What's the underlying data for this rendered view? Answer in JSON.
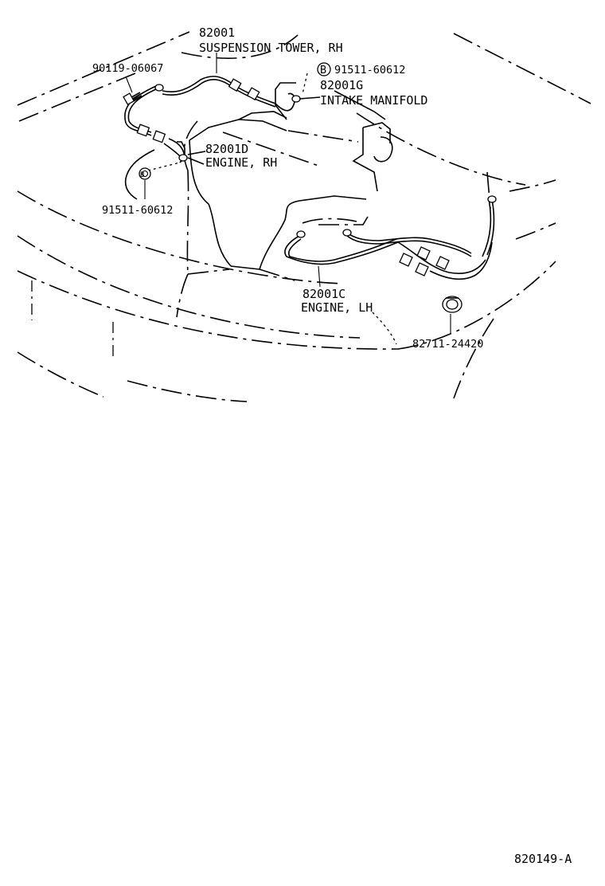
{
  "callouts": {
    "strap_suspension": {
      "part": "82001",
      "location": "SUSPENSION TOWER, RH"
    },
    "bolt_top_left": {
      "part": "90119-06067"
    },
    "bolt_b_top": {
      "marker": "B",
      "part": "91511-60612"
    },
    "strap_intake": {
      "part": "82001G",
      "location": "INTAKE MANIFOLD"
    },
    "strap_engine_rh": {
      "part": "82001D",
      "location": "ENGINE, RH"
    },
    "bolt_b_left": {
      "marker": "B",
      "part": "91511-60612"
    },
    "strap_engine_lh": {
      "part": "82001C",
      "location": "ENGINE, LH"
    },
    "clamp": {
      "part": "82711-24420"
    }
  },
  "figure_id": "820149-A",
  "icons": [
    "bolt-icon",
    "nut-icon",
    "clamp-icon",
    "ground-terminal-icon",
    "grommet-icon"
  ]
}
